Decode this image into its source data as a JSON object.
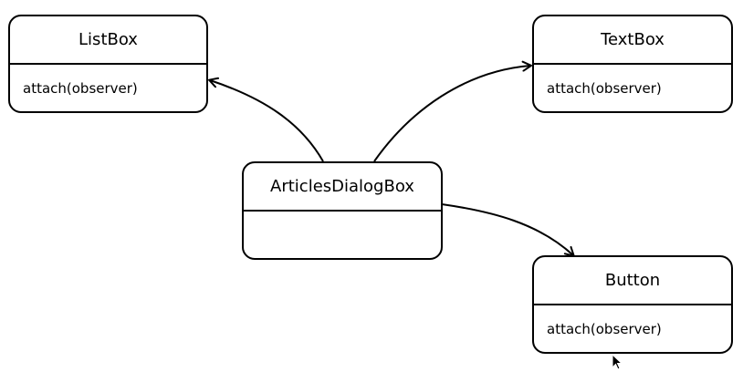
{
  "diagram": {
    "nodes": [
      {
        "id": "listbox",
        "title": "ListBox",
        "method": "attach(observer)"
      },
      {
        "id": "textbox",
        "title": "TextBox",
        "method": "attach(observer)"
      },
      {
        "id": "articles",
        "title": "ArticlesDialogBox",
        "method": ""
      },
      {
        "id": "button",
        "title": "Button",
        "method": "attach(observer)"
      }
    ],
    "edges": [
      {
        "from": "articles",
        "to": "listbox"
      },
      {
        "from": "articles",
        "to": "textbox"
      },
      {
        "from": "articles",
        "to": "button"
      }
    ]
  },
  "colors": {
    "stroke": "#000000",
    "background": "#ffffff"
  },
  "icons": {
    "cursor": "mouse-pointer-icon"
  }
}
